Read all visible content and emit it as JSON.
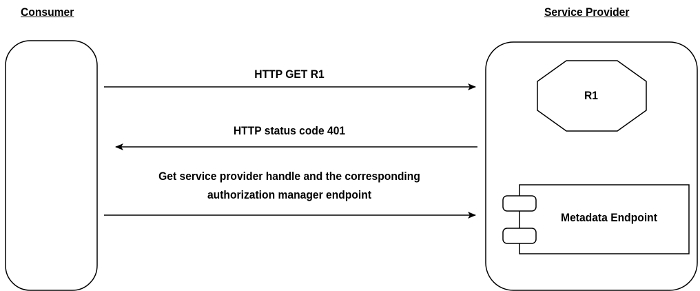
{
  "lanes": {
    "consumer_title": "Consumer",
    "provider_title": "Service Provider"
  },
  "messages": [
    {
      "label": "HTTP GET R1",
      "direction": "to-provider"
    },
    {
      "label": "HTTP status code 401",
      "direction": "to-consumer"
    },
    {
      "label": "Get service provider handle and the corresponding authorization manager endpoint",
      "direction": "to-provider"
    }
  ],
  "message_lines": {
    "line1": "Get service provider handle and the corresponding",
    "line2": "authorization manager endpoint"
  },
  "provider": {
    "resource_label": "R1",
    "component_label": "Metadata Endpoint"
  }
}
